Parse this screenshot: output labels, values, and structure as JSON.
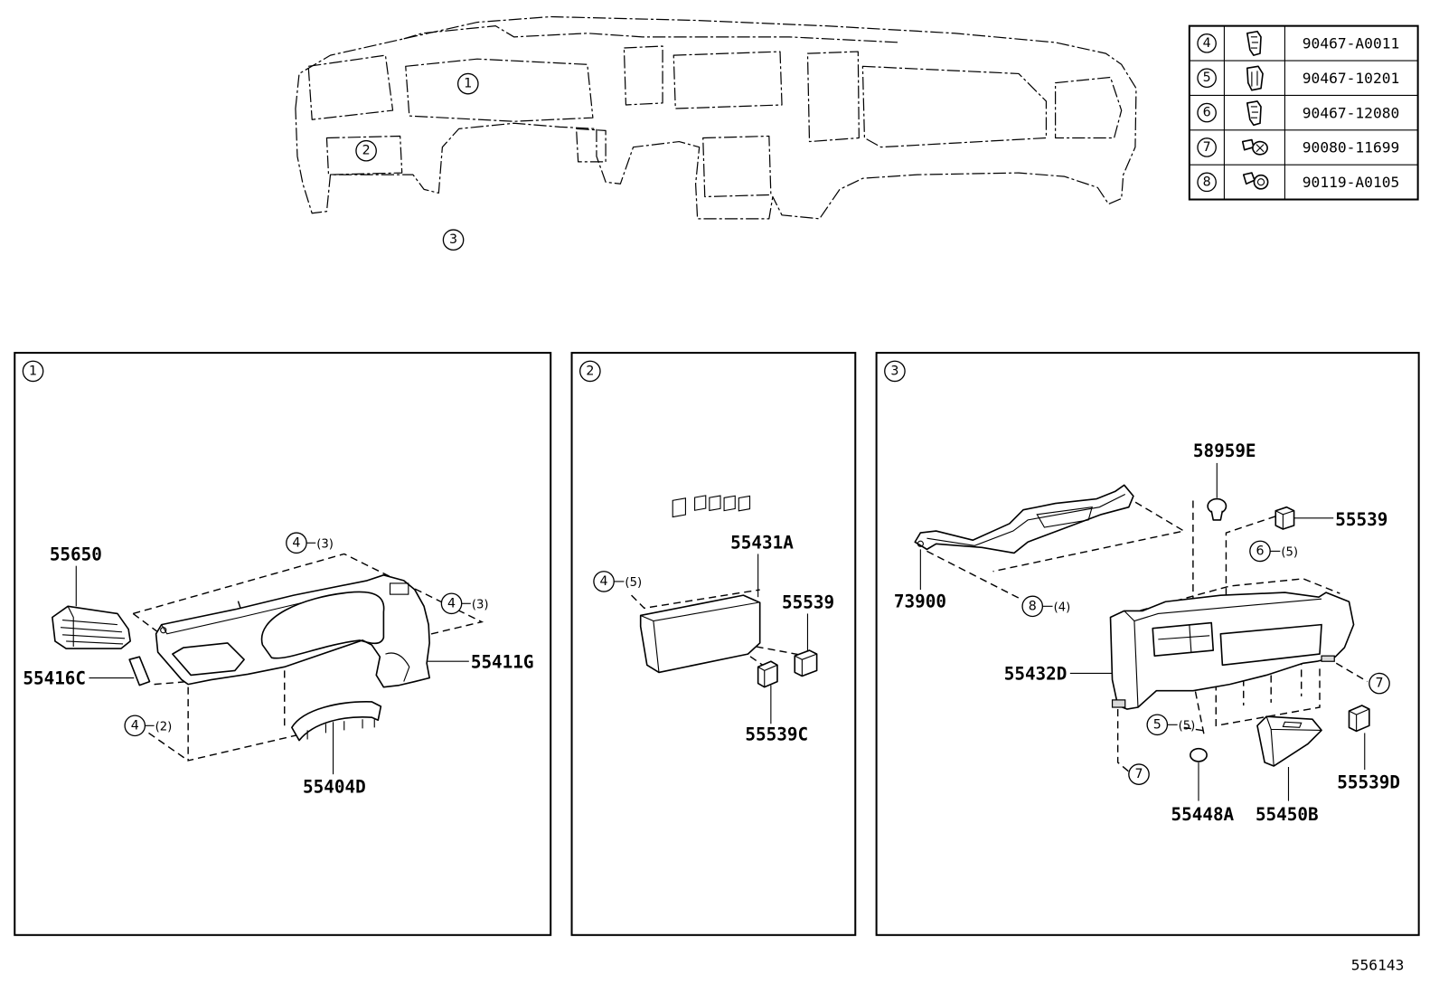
{
  "overview": {
    "callouts": [
      "1",
      "2",
      "3"
    ]
  },
  "parts_table": {
    "rows": [
      {
        "ref": "4",
        "icon": "clip-icon",
        "part_no": "90467-A0011"
      },
      {
        "ref": "5",
        "icon": "clip-icon",
        "part_no": "90467-10201"
      },
      {
        "ref": "6",
        "icon": "clip-icon",
        "part_no": "90467-12080"
      },
      {
        "ref": "7",
        "icon": "screw-icon",
        "part_no": "90080-11699"
      },
      {
        "ref": "8",
        "icon": "screw-icon",
        "part_no": "90119-A0105"
      }
    ]
  },
  "panels": [
    {
      "ref": "1",
      "parts": [
        "55650",
        "55416C",
        "55411G",
        "55404D"
      ],
      "callouts": [
        {
          "ref": "4",
          "qty": "(3)"
        },
        {
          "ref": "4",
          "qty": "(3)"
        },
        {
          "ref": "4",
          "qty": "(2)"
        }
      ]
    },
    {
      "ref": "2",
      "parts": [
        "55431A",
        "55539",
        "55539C"
      ],
      "callouts": [
        {
          "ref": "4",
          "qty": "(5)"
        }
      ]
    },
    {
      "ref": "3",
      "parts": [
        "58959E",
        "55539",
        "73900",
        "55432D",
        "55539D",
        "55448A",
        "55450B"
      ],
      "callouts": [
        {
          "ref": "6",
          "qty": "(5)"
        },
        {
          "ref": "8",
          "qty": "(4)"
        },
        {
          "ref": "7"
        },
        {
          "ref": "5",
          "qty": "(5)"
        },
        {
          "ref": "7"
        }
      ]
    }
  ],
  "figure_code": "556143"
}
